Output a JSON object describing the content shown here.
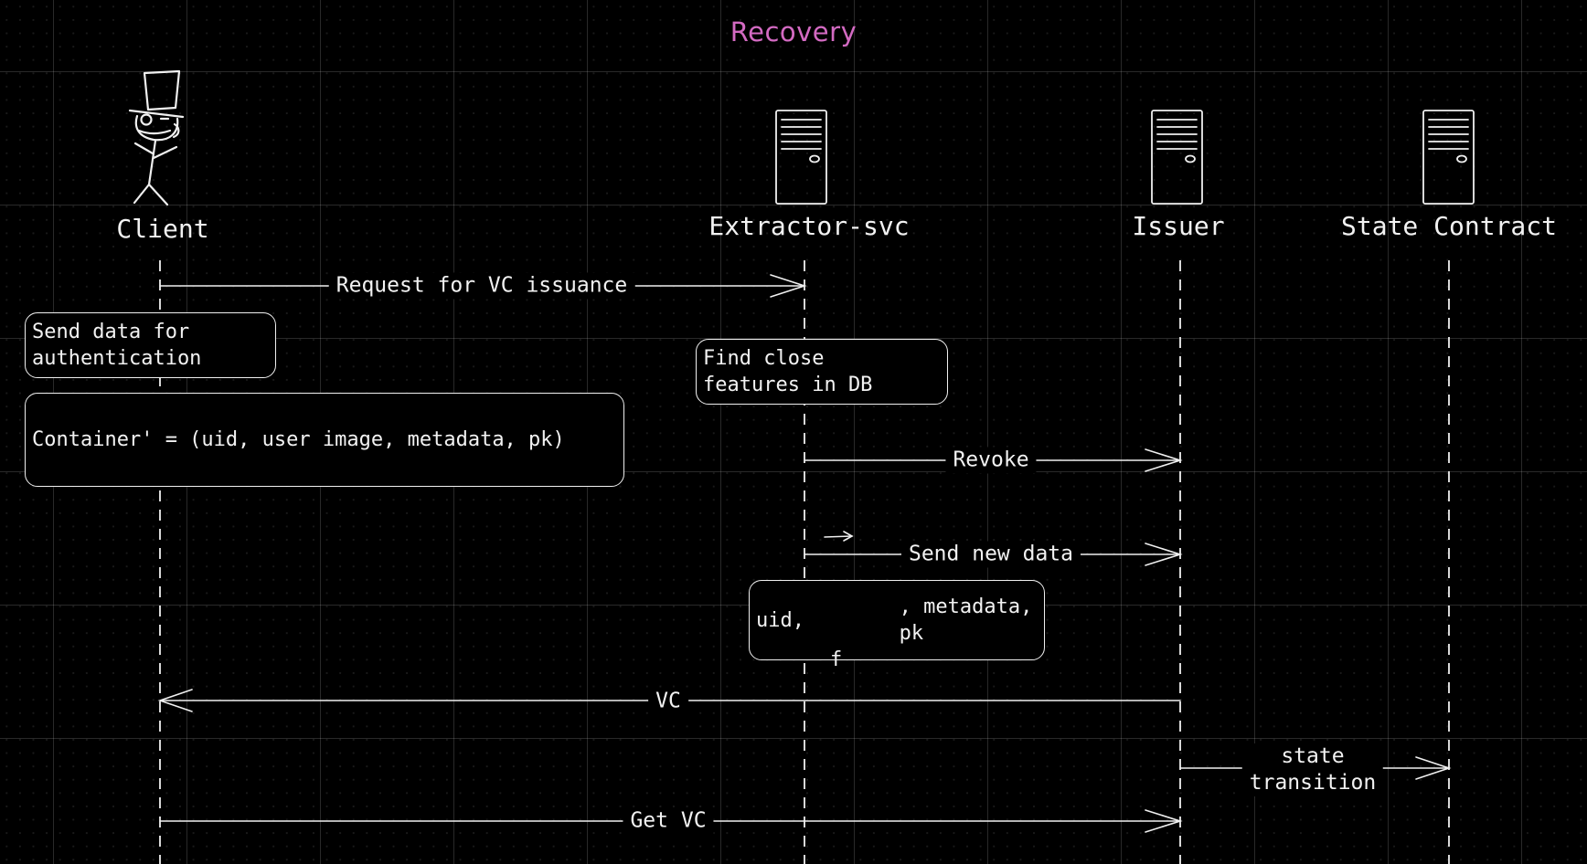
{
  "title": "Recovery",
  "actors": [
    {
      "id": "client",
      "name": "Client",
      "icon": "stick-figure-top-hat-icon"
    },
    {
      "id": "extractor",
      "name": "Extractor-svc",
      "icon": "server-icon"
    },
    {
      "id": "issuer",
      "name": "Issuer",
      "icon": "server-icon"
    },
    {
      "id": "state",
      "name": "State Contract",
      "icon": "server-icon"
    }
  ],
  "notes": {
    "send_data": "Send data for\nauthentication",
    "container": "Container' = (uid, user image, metadata, pk)",
    "find_close": "Find close\nfeatures in DB",
    "new_data_prefix": "uid,",
    "new_data_vector": "f",
    "new_data_suffix": ", metadata, pk"
  },
  "messages": [
    {
      "id": "request",
      "from": "client",
      "to": "extractor",
      "label": "Request for VC issuance"
    },
    {
      "id": "revoke",
      "from": "extractor",
      "to": "issuer",
      "label": "Revoke"
    },
    {
      "id": "send_new",
      "from": "extractor",
      "to": "issuer",
      "label": "Send new data"
    },
    {
      "id": "vc",
      "from": "issuer",
      "to": "client",
      "label": "VC"
    },
    {
      "id": "state_transition",
      "from": "issuer",
      "to": "state",
      "label": "state\ntransition"
    },
    {
      "id": "get_vc",
      "from": "client",
      "to": "issuer",
      "label": "Get VC"
    }
  ],
  "colors": {
    "background": "#000000",
    "stroke": "#f0f0f0",
    "title": "#d36ac2"
  }
}
